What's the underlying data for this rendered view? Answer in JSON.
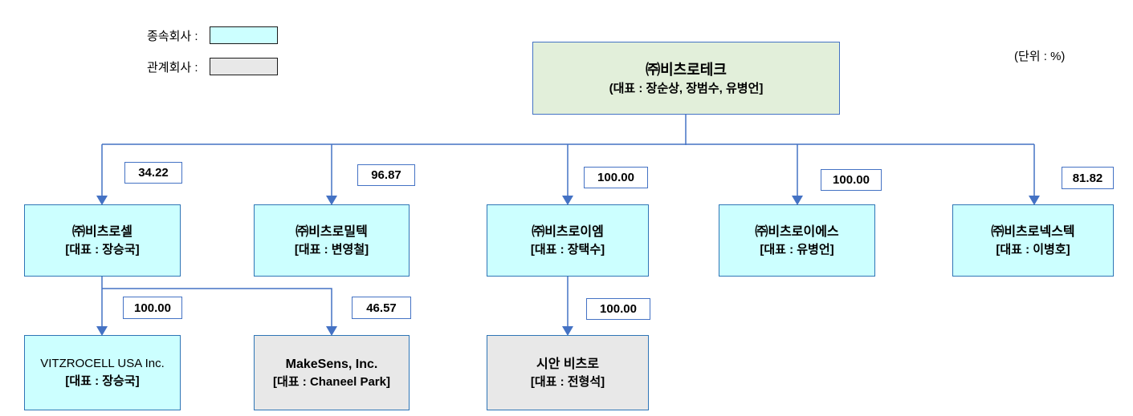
{
  "unit_label": "(단위 : %)",
  "legend": {
    "subsidiary_label": "종속회사 :",
    "affiliate_label": "관계회사 :"
  },
  "colors": {
    "subsidiary_fill": "#ccffff",
    "affiliate_fill": "#e8e8e8",
    "parent_fill": "#e2efda",
    "line_color": "#4472c4",
    "node_border": "#2e75b6"
  },
  "root": {
    "name": "㈜비츠로테크",
    "ceo": "(대표 : 장순상, 장범수, 유병언]",
    "type": "parent"
  },
  "level1": [
    {
      "name": "㈜비츠로셀",
      "ceo": "[대표 : 장승국]",
      "ownership": "34.22",
      "type": "subsidiary",
      "parent": "㈜비츠로테크"
    },
    {
      "name": "㈜비츠로밀텍",
      "ceo": "[대표 : 변영철]",
      "ownership": "96.87",
      "type": "subsidiary",
      "parent": "㈜비츠로테크"
    },
    {
      "name": "㈜비츠로이엠",
      "ceo": "[대표 : 장택수]",
      "ownership": "100.00",
      "type": "subsidiary",
      "parent": "㈜비츠로테크"
    },
    {
      "name": "㈜비츠로이에스",
      "ceo": "[대표 : 유병언]",
      "ownership": "100.00",
      "type": "subsidiary",
      "parent": "㈜비츠로테크"
    },
    {
      "name": "㈜비츠로넥스텍",
      "ceo": "[대표 : 이병호]",
      "ownership": "81.82",
      "type": "subsidiary",
      "parent": "㈜비츠로테크"
    }
  ],
  "level2": [
    {
      "name": "VITZROCELL USA Inc.",
      "ceo": "[대표 : 장승국]",
      "ownership": "100.00",
      "type": "subsidiary",
      "parent": "㈜비츠로셀"
    },
    {
      "name": "MakeSens, Inc.",
      "ceo": "[대표 : Chaneel Park]",
      "ownership": "46.57",
      "type": "affiliate",
      "parent": "㈜비츠로셀"
    },
    {
      "name": "시안 비츠로",
      "ceo": "[대표 : 전형석]",
      "ownership": "100.00",
      "type": "affiliate",
      "parent": "㈜비츠로이엠"
    }
  ]
}
